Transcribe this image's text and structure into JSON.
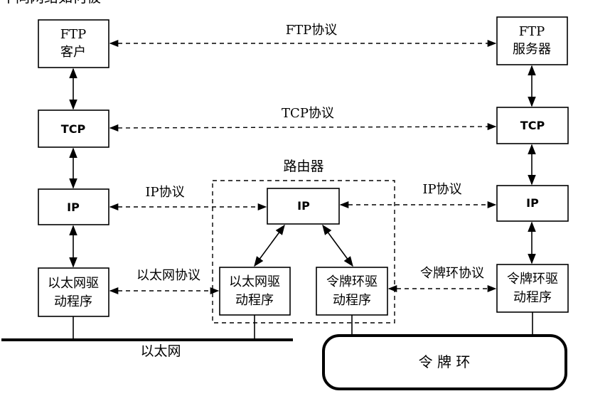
{
  "top_text": "不同网络如何被",
  "nodes": {
    "ftp_client": [
      "FTP",
      "客户"
    ],
    "tcp_left": "TCP",
    "ip_left": "IP",
    "eth_driver_left": [
      "以太网驱",
      "动程序"
    ],
    "router_label": "路由器",
    "router_ip": "IP",
    "router_eth_driver": [
      "以太网驱",
      "动程序"
    ],
    "router_token_driver": [
      "令牌环驱",
      "动程序"
    ],
    "ftp_server": [
      "FTP",
      "服务器"
    ],
    "tcp_right": "TCP",
    "ip_right": "IP",
    "token_driver_right": [
      "令牌环驱",
      "动程序"
    ]
  },
  "protocols": {
    "ftp": "FTP协议",
    "tcp": "TCP协议",
    "ip_left": "IP协议",
    "ip_right": "IP协议",
    "ethernet": "以太网协议",
    "token_ring": "令牌环协议"
  },
  "networks": {
    "ethernet": "以太网",
    "token_ring": "令 牌 环"
  }
}
